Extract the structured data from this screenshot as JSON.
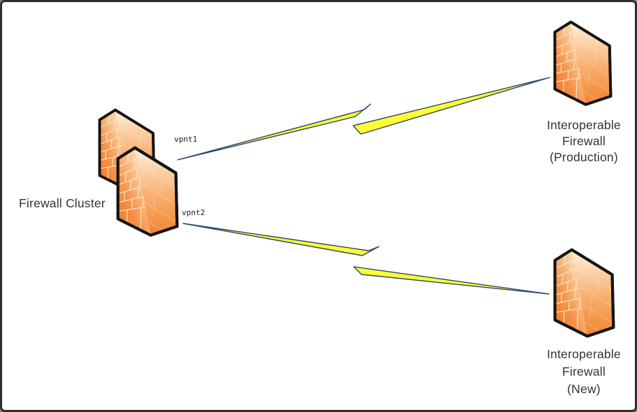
{
  "diagram": {
    "kind": "network-vpn-topology",
    "frame": {
      "background": "#FFFFFF",
      "border_color": "#2D2D2D"
    },
    "nodes": {
      "cluster": {
        "label": "Firewall Cluster",
        "icon": "firewall-cluster"
      },
      "production": {
        "line1": "Interoperable",
        "line2": "Firewall",
        "line3": "(Production)",
        "icon": "firewall"
      },
      "new_fw": {
        "line1": "Interoperable",
        "line2": "Firewall",
        "line3": "(New)",
        "icon": "firewall"
      }
    },
    "connections": {
      "vpnt1": {
        "label": "vpnt1",
        "from": "Firewall Cluster",
        "to": "Interoperable Firewall (Production)",
        "style": "lightning-bolt"
      },
      "vpnt2": {
        "label": "vpnt2",
        "from": "Firewall Cluster",
        "to": "Interoperable Firewall (New)",
        "style": "lightning-bolt"
      }
    },
    "colors": {
      "firewall_orange": "#EE7420",
      "firewall_cream": "#FDF3E3",
      "firewall_outline": "#141414",
      "mortar_line": "#FBE7C8",
      "bolt_yellow": "#FFFF33",
      "bolt_outline": "#26456E",
      "text": "#333333"
    }
  }
}
